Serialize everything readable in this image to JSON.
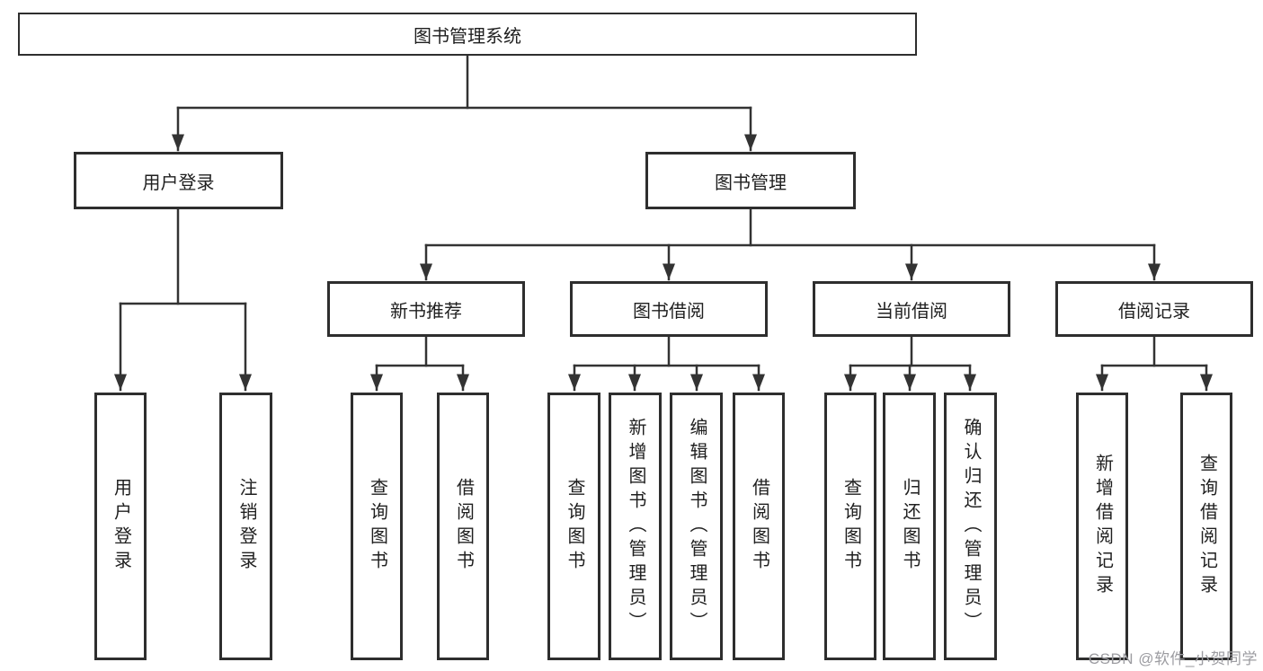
{
  "diagram_title": "图书管理系统",
  "watermark": "CSDN @软件_小贺同学",
  "colors": {
    "line": "#333333",
    "box_border": "#2e2e2e",
    "text": "#1f1f1f",
    "watermark": "#9c9ca1",
    "background": "#ffffff"
  },
  "tree": {
    "root": {
      "label": "图书管理系统"
    },
    "branches": [
      {
        "label": "用户登录",
        "leaves": [
          {
            "label": "用户登录"
          },
          {
            "label": "注销登录"
          }
        ]
      },
      {
        "label": "图书管理",
        "sections": [
          {
            "label": "新书推荐",
            "leaves": [
              {
                "label": "查询图书"
              },
              {
                "label": "借阅图书"
              }
            ]
          },
          {
            "label": "图书借阅",
            "leaves": [
              {
                "label": "查询图书"
              },
              {
                "label": "新增图书（管理员）"
              },
              {
                "label": "编辑图书（管理员）"
              },
              {
                "label": "借阅图书"
              }
            ]
          },
          {
            "label": "当前借阅",
            "leaves": [
              {
                "label": "查询图书"
              },
              {
                "label": "归还图书"
              },
              {
                "label": "确认归还（管理员）"
              }
            ]
          },
          {
            "label": "借阅记录",
            "leaves": [
              {
                "label": "新增借阅记录"
              },
              {
                "label": "查询借阅记录"
              }
            ]
          }
        ]
      }
    ]
  }
}
